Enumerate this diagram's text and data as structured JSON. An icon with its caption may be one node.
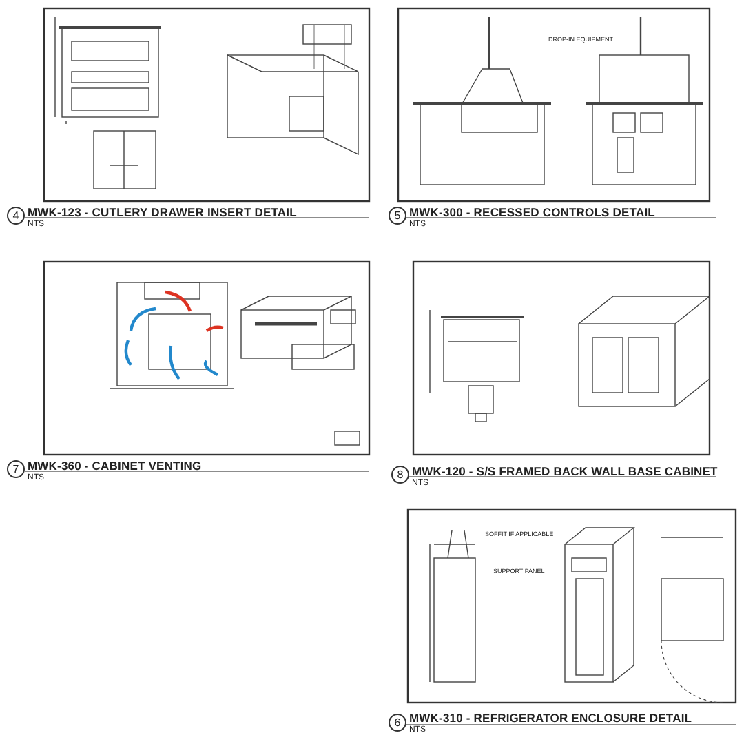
{
  "diagram": {
    "labels": [
      "4",
      "MWK-123 - CUTLERY DRAWER INSERT DETAIL",
      "NTS",
      "DROP-IN EQUIPMENT",
      "5",
      "MWK-300 - RECESSED CONTROLS DETAIL",
      "NTS",
      "7",
      "MWK-360 - CABINET VENTING",
      "NTS",
      "8",
      "MWK-120 - S/S FRAMED BACK WALL BASE CABINET",
      "NTS",
      "SOFFIT IF APPLICABLE",
      "SUPPORT PANEL",
      "6",
      "MWK-310 - REFRIGERATOR ENCLOSURE DETAIL",
      "NTS"
    ]
  }
}
